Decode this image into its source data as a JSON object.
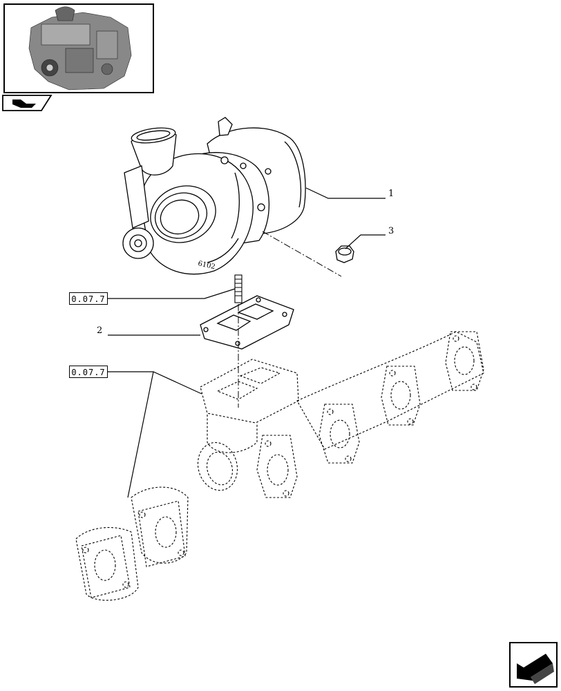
{
  "callouts": {
    "part_1": "1",
    "part_2": "2",
    "part_3": "3"
  },
  "references": {
    "ref_upper": "0.07.7",
    "ref_lower": "0.07.7"
  },
  "icons": {
    "thumbnail": "engine-thumbnail-icon",
    "section_tab": "section-tab-icon",
    "nav_next": "next-page-arrow-icon"
  },
  "colors": {
    "line": "#000000",
    "background": "#ffffff"
  }
}
